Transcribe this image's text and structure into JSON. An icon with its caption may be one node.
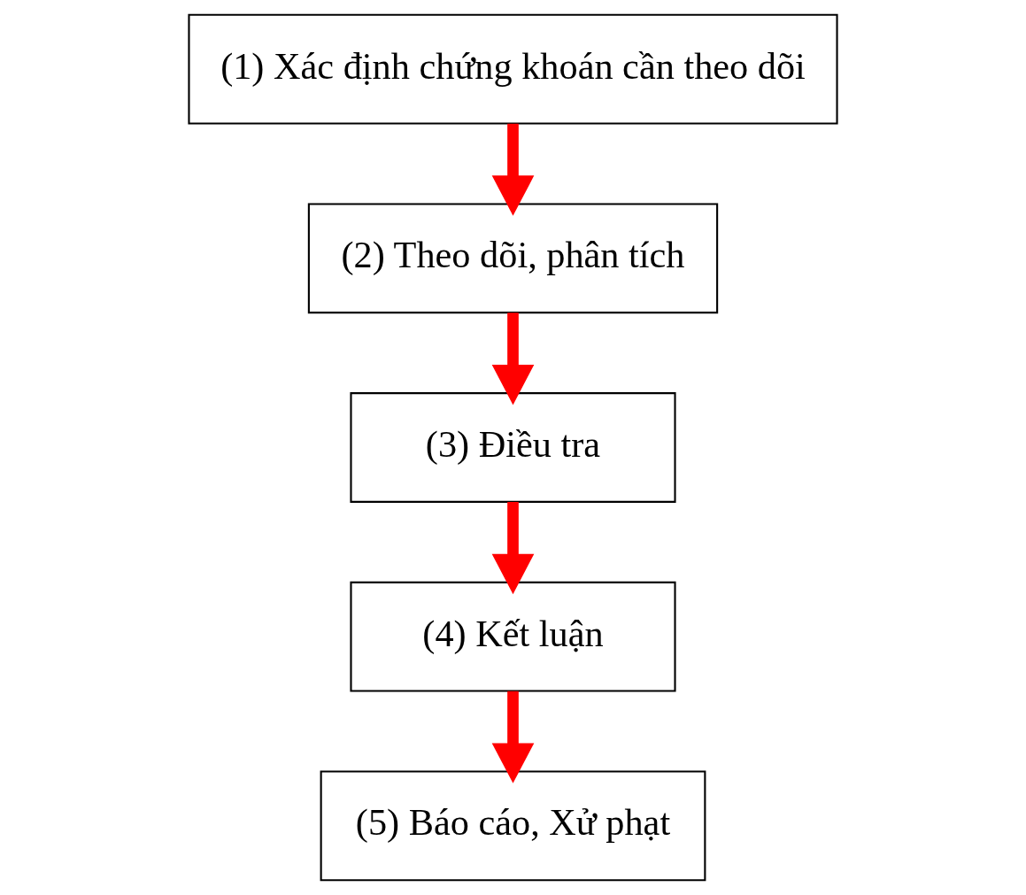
{
  "diagram": {
    "nodes": [
      {
        "text": [
          "(1) Xác định chứng khoán cần theo dõi"
        ]
      },
      {
        "text": [
          "(2) Theo dõi, phân tích"
        ]
      },
      {
        "text": [
          "(3) Điều tra"
        ]
      },
      {
        "text": [
          "(4) Kết luận"
        ]
      },
      {
        "text": [
          "(5) Báo cáo, Xử phạt"
        ]
      }
    ],
    "edges": [
      {
        "from": 0,
        "to": 1,
        "arrow": "to",
        "color": "#ff0000"
      },
      {
        "from": 1,
        "to": 2,
        "arrow": "to",
        "color": "#ff0000"
      },
      {
        "from": 2,
        "to": 3,
        "arrow": "to",
        "color": "#ff0000"
      },
      {
        "from": 3,
        "to": 4,
        "arrow": "to",
        "color": "#ff0000"
      }
    ]
  }
}
